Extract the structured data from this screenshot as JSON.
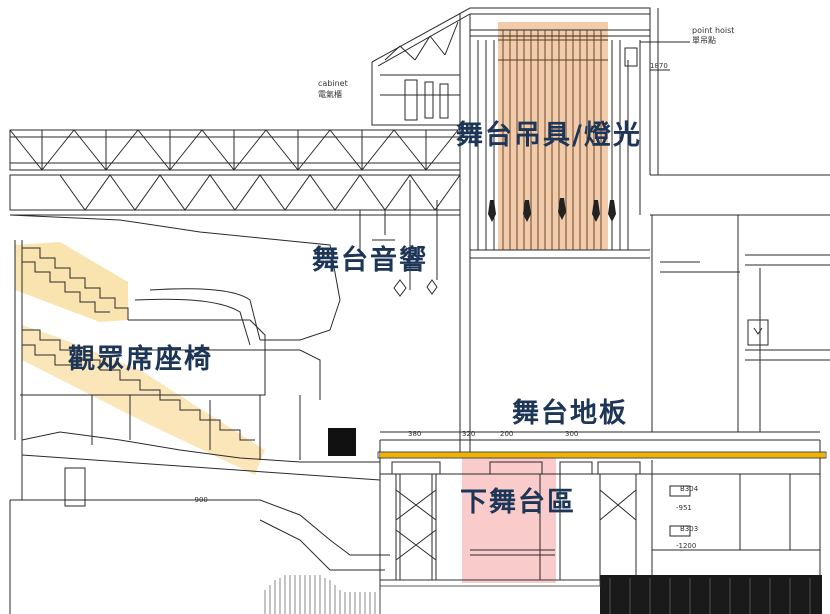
{
  "labels": {
    "stage_rigging": "舞台吊具/燈光",
    "stage_audio": "舞台音響",
    "audience_seating": "觀眾席座椅",
    "stage_floor": "舞台地板",
    "understage": "下舞台區"
  },
  "annotations": {
    "cabinet_en": "cabinet",
    "cabinet_zh": "電氣櫃",
    "point_hoist_en": "point hoist",
    "point_hoist_zh": "單吊點",
    "dim_1870": "1870",
    "dim_380": "380",
    "dim_320": "320",
    "dim_200": "200",
    "dim_300": "300",
    "dim_b304": "B304",
    "dim_951": "-951",
    "dim_b303": "B303",
    "dim_1200": "-1200",
    "dim_900": "-900"
  },
  "colors": {
    "rigging_highlight": "#e8a066",
    "seating_highlight": "#f2c14e",
    "floor_line": "#f0b400",
    "understage_highlight": "#f4a0a0",
    "label_text": "#1d3557",
    "line": "#2a2a2a"
  }
}
